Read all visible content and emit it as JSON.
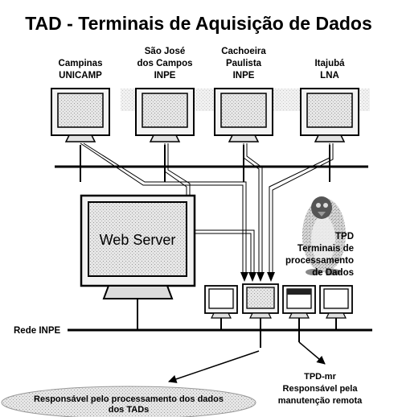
{
  "title": "TAD - Terminais de Aquisição de Dados",
  "sites": [
    {
      "line1": "Campinas",
      "line2": "UNICAMP"
    },
    {
      "line1": "São José",
      "line2": "dos Campos",
      "line3": "INPE"
    },
    {
      "line1": "Cachoeira",
      "line2": "Paulista",
      "line3": "INPE"
    },
    {
      "line1": "Itajubá",
      "line2": "LNA"
    }
  ],
  "web_server": "Web Server",
  "tpd": {
    "code": "TPD",
    "line1": "Terminais de",
    "line2": "processamento",
    "line3": "de Dados"
  },
  "network_label": "Rede INPE",
  "tpd_mr": {
    "code": "TPD-mr",
    "line1": "Responsável pela",
    "line2": "manutenção remota"
  },
  "processing_note": {
    "line1": "Responsável pelo processamento dos dados",
    "line2": "dos TADs"
  }
}
